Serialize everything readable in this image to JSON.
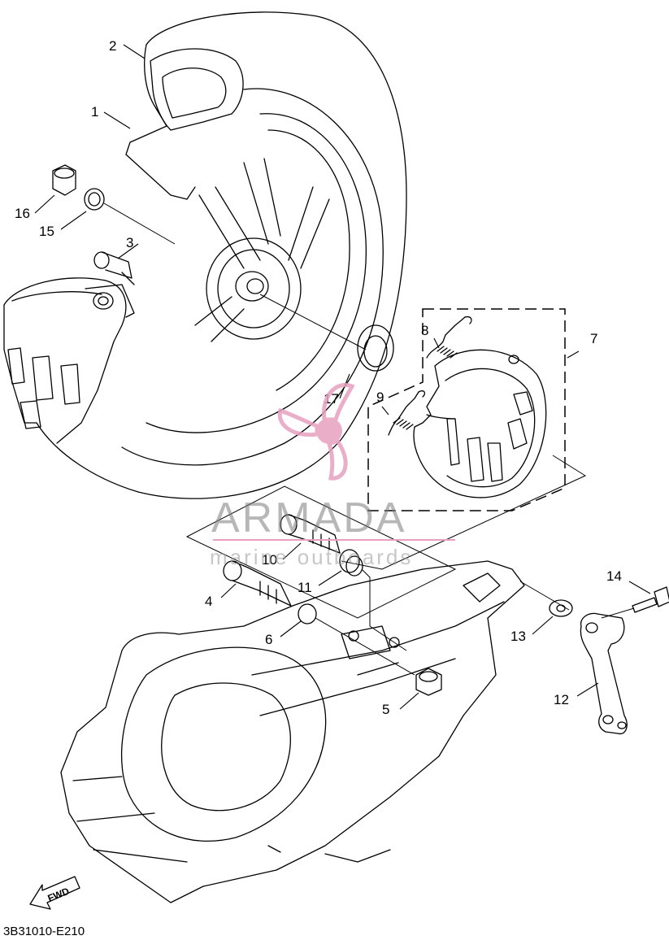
{
  "diagram": {
    "code": "3B31010-E210",
    "fwd_label": "FWD",
    "callouts": [
      "1",
      "2",
      "3",
      "4",
      "5",
      "6",
      "7",
      "8",
      "9",
      "10",
      "11",
      "12",
      "13",
      "14",
      "15",
      "16",
      "17"
    ]
  },
  "watermark": {
    "brand": "ARMADA",
    "tagline": "marine outboards",
    "color": "#e8a0c0"
  }
}
